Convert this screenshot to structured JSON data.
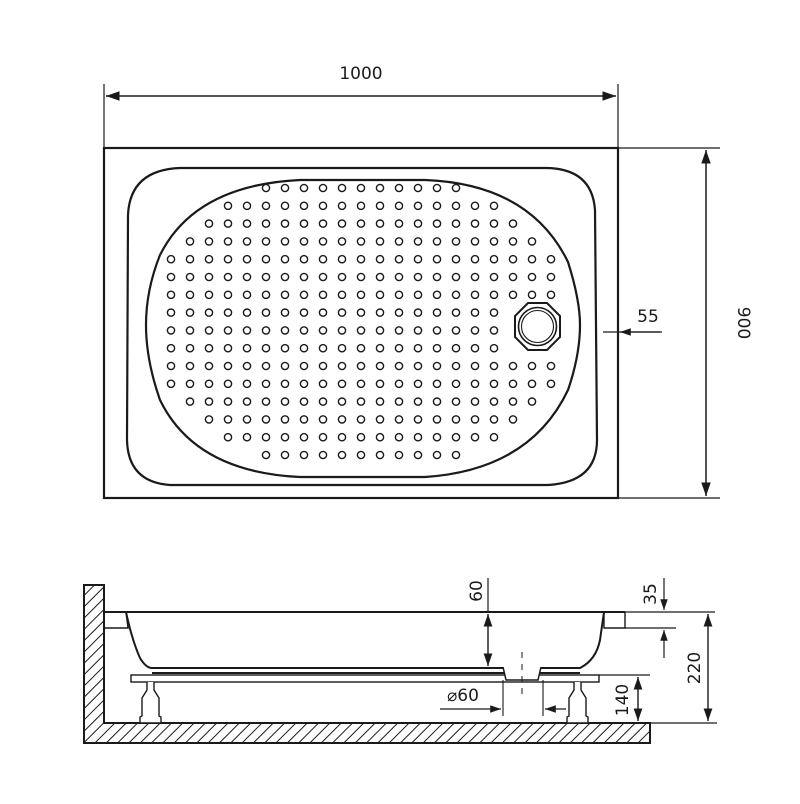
{
  "diagram": {
    "type": "technical-drawing",
    "subject": "rectangular shower tray",
    "colors": {
      "line": "#1a1a1a",
      "background": "#ffffff",
      "hatch": "#1a1a1a"
    },
    "top_view": {
      "width_label": "1000",
      "height_label": "900",
      "drain_offset_label": "55",
      "dot_rows": [
        11,
        15,
        17,
        19,
        21,
        21,
        21,
        21,
        21,
        21,
        21,
        21,
        19,
        17,
        15,
        11
      ],
      "drain_row_gap_after": 6
    },
    "side_view": {
      "depth_label": "60",
      "rim_label": "35",
      "total_height_label": "220",
      "leg_height_label": "140",
      "drain_diameter_label": "⌀60"
    }
  }
}
